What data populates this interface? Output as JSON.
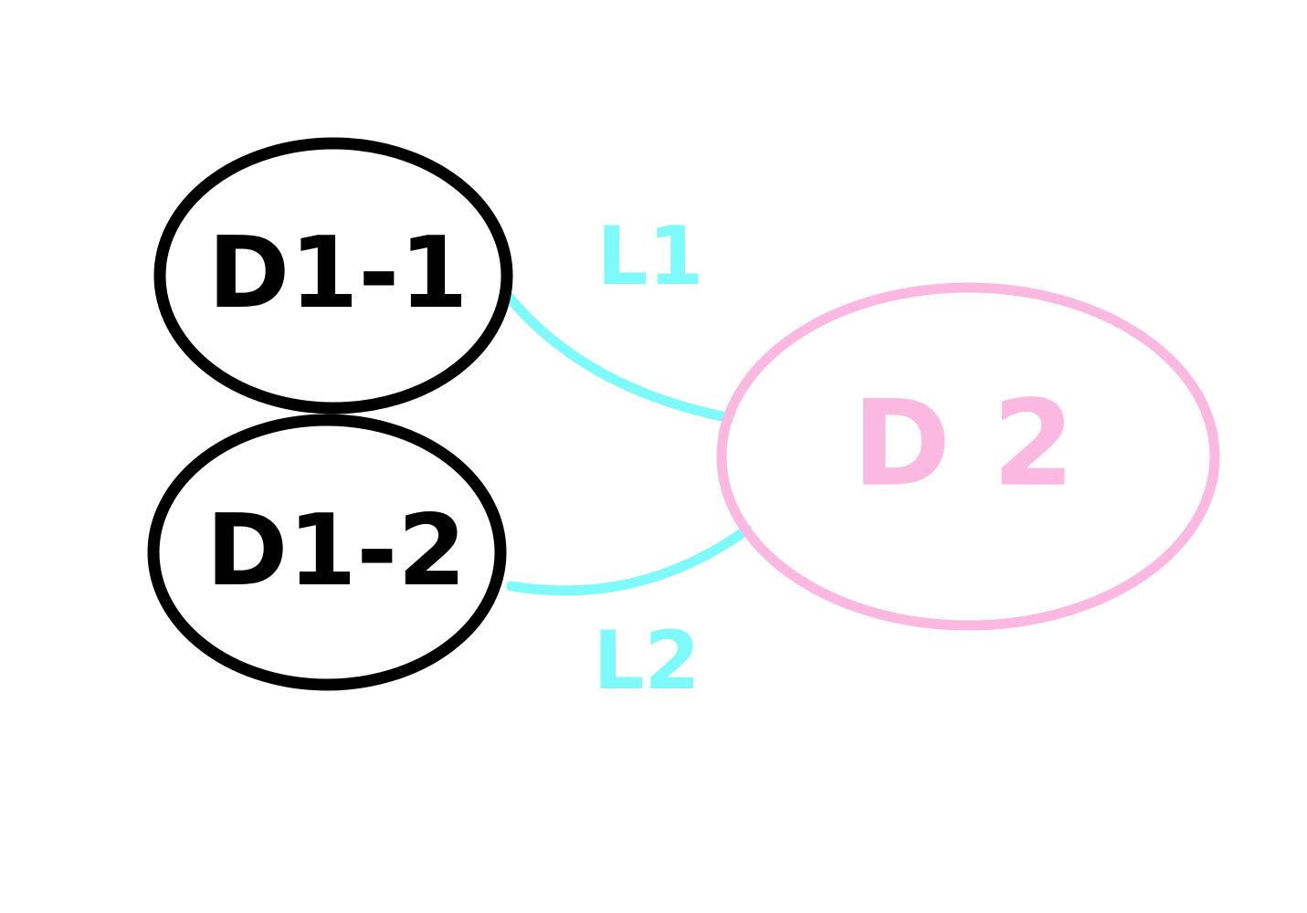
{
  "diagram": {
    "colors": {
      "background": "#ffffff",
      "device_group_1": "#000000",
      "device_2": "#fbb8e0",
      "links": "#7ffafa"
    },
    "nodes": [
      {
        "id": "d1-1",
        "label": "D1-1",
        "color": "#000000"
      },
      {
        "id": "d1-2",
        "label": "D1-2",
        "color": "#000000"
      },
      {
        "id": "d2",
        "label": "D 2",
        "color": "#fbb8e0"
      }
    ],
    "links": [
      {
        "id": "l1",
        "label": "L1",
        "from": "D1-1",
        "to": "D 2",
        "color": "#7ffafa"
      },
      {
        "id": "l2",
        "label": "L2",
        "from": "D1-2",
        "to": "D 2",
        "color": "#7ffafa"
      }
    ]
  }
}
